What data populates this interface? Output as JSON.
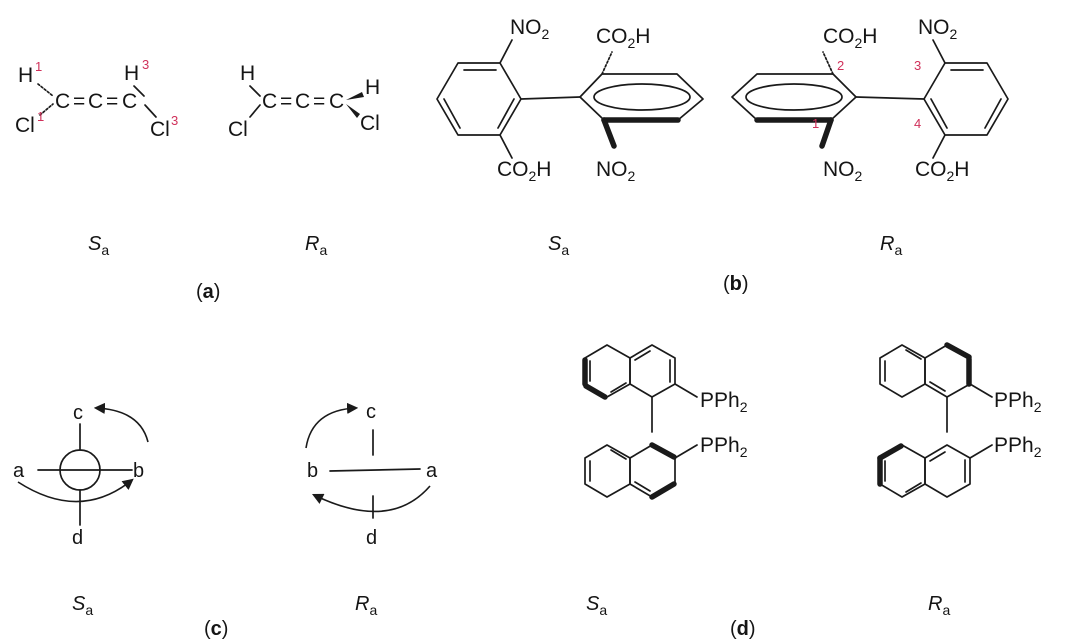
{
  "atoms": {
    "H": "H",
    "Cl": "Cl",
    "C": "C",
    "eq": "=",
    "NO": "NO",
    "CO": "CO",
    "H_tail": "H",
    "two": "2",
    "PPh": "PPh",
    "a": "a",
    "b": "b",
    "c": "c",
    "d": "d"
  },
  "priority_numbers": {
    "n1": "1",
    "n2": "2",
    "n3": "3",
    "n4": "4"
  },
  "descriptors": {
    "S": "S",
    "R": "R",
    "sub_a": "a"
  },
  "panels": {
    "a": {
      "letter": "a",
      "left_label": "S",
      "right_label": "R"
    },
    "b": {
      "letter": "b",
      "left_label": "S",
      "right_label": "R"
    },
    "c": {
      "letter": "c",
      "left_label": "S",
      "right_label": "R"
    },
    "d": {
      "letter": "d",
      "left_label": "S",
      "right_label": "R"
    }
  },
  "colors": {
    "priority_numbers": "#d0305a",
    "ink": "#1a1a1a"
  }
}
